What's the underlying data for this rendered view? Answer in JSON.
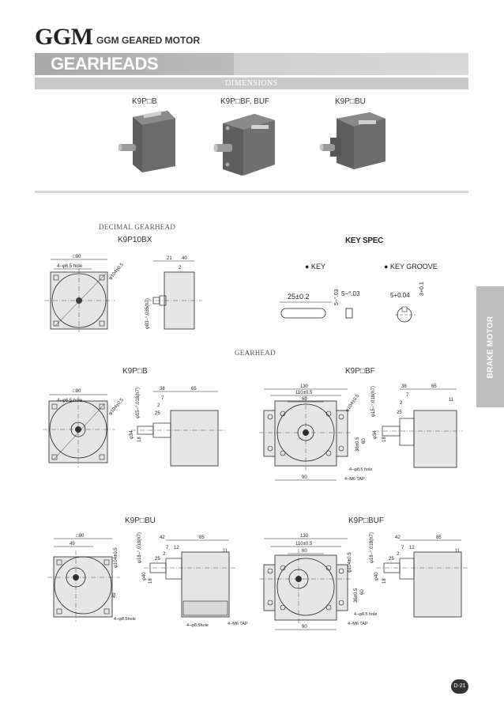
{
  "header": {
    "brand": "GGM",
    "subtitle": "GGM GEARED MOTOR",
    "section_title": "GEARHEADS",
    "dimensions_label": "DIMENSIONS"
  },
  "products": [
    {
      "label": "K9P□B"
    },
    {
      "label": "K9P□BF, BUF"
    },
    {
      "label": "K9P□BU"
    }
  ],
  "decimal": {
    "section": "DECIMAL GEARHEAD",
    "model": "K9P10BX",
    "dims": {
      "d90": "□90",
      "hole": "4−φ6.5 hole",
      "pcd": "φ104±0.5",
      "d21": "21",
      "d40": "40",
      "d2": "2",
      "shaft": "φ83−°.035(h7)"
    }
  },
  "keyspec": {
    "title": "KEY SPEC",
    "key": "● KEY",
    "groove": "● KEY  GROOVE",
    "k25": "25±0.2",
    "k5": "5−°.03",
    "k5b": "5−°.03",
    "g5": "5+0.04",
    "g3": "3+0.1"
  },
  "gearhead_section": "GEARHEAD",
  "drawings": {
    "b": {
      "title": "K9P□B",
      "d90": "□90",
      "hole": "4−φ6.5 hole",
      "pcd": "φ104±0.5",
      "d38": "38",
      "d65": "65",
      "d7": "7",
      "d2": "2",
      "d25": "25",
      "d34": "φ34",
      "d18": "18",
      "shaft": "φ15−°.018(h7)"
    },
    "bf": {
      "title": "K9P□BF",
      "d130": "130",
      "d110": "110±0.5",
      "d60": "60",
      "d90": "90",
      "pcd": "φ104±0.5",
      "hole": "4−φ8.5 hole",
      "tap": "4−M6 TAP",
      "d38": "38",
      "d65": "65",
      "d7": "7",
      "d11": "11",
      "d2": "2",
      "d25": "25",
      "d34": "φ34",
      "d36": "36±0.5",
      "d60b": "60",
      "d18": "18",
      "shaft": "φ15−°.018(h7)"
    },
    "bu": {
      "title": "K9P□BU",
      "d90": "□90",
      "d49": "49",
      "pcd": "φ104±0.5",
      "hole": "4−φ8.5hole",
      "hole2": "4−φ8.5hole",
      "tap": "4−M6 TAP",
      "d42": "42",
      "d85": "85",
      "d7": "7",
      "d12": "12",
      "d11": "11",
      "d2": "2",
      "d25": "25",
      "d40": "φ40",
      "d18": "18",
      "d49b": "49",
      "shaft": "φ18−°.018(h7)"
    },
    "buf": {
      "title": "K9P□BUF",
      "d130": "130",
      "d110": "110±0.5",
      "d60": "60",
      "d90": "90",
      "pcd": "φ104±0.5",
      "hole": "4−φ8.5  hole",
      "tap": "4−M6 TAP",
      "d42": "42",
      "d85": "85",
      "d7": "7",
      "d12": "12",
      "d11": "11",
      "d2": "2",
      "d25": "25",
      "d40": "φ40",
      "d36": "36±0.5",
      "d60b": "60",
      "d18": "18",
      "shaft": "φ18−°.018(h7)"
    }
  },
  "side_tab": "BRAKE MOTOR",
  "page_number": "D-21",
  "colors": {
    "banner": "#bdbdbd",
    "motor_body": "#6b6b6b",
    "drawing_fill": "#e6e6e6",
    "line": "#222222"
  }
}
